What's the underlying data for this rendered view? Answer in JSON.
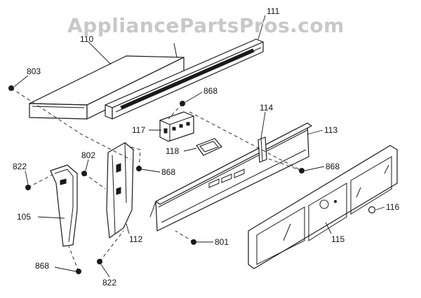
{
  "watermark": "AppliancePartsPros.com",
  "callouts": {
    "c110": "110",
    "c111": "111",
    "c803": "803",
    "c868_top": "868",
    "c114": "114",
    "c117": "117",
    "c113": "113",
    "c118": "118",
    "c802": "802",
    "c868_mid": "868",
    "c868_right": "868",
    "c822_top": "822",
    "c105": "105",
    "c112": "112",
    "c116": "116",
    "c801": "801",
    "c115": "115",
    "c868_bottom": "868",
    "c822_bottom": "822"
  }
}
